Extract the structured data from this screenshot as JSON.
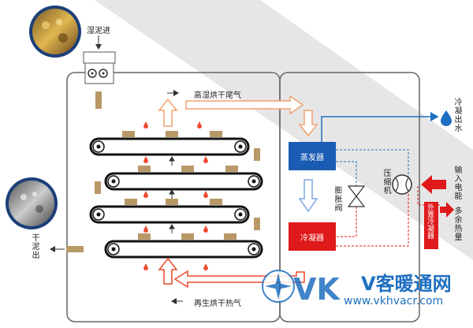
{
  "labels": {
    "wet_sludge_in": "湿泥进",
    "dry_sludge_out": "干泥出",
    "exhaust_air": "高湿烘干尾气",
    "recycled_hot_air": "再生烘干热气",
    "evaporator": "蒸发器",
    "condenser": "冷凝器",
    "expansion_valve": "膨胀阀",
    "compressor": "压缩机",
    "condensate_out": "冷凝出水",
    "electric_input": "输入电能",
    "external_condenser": "外置冷凝器",
    "excess_heat": "多余热量"
  },
  "watermark": {
    "logo_letters": "VK",
    "brand": "V客暖通网",
    "url": "www.vkhvacr.com"
  },
  "colors": {
    "evaporator": "#1a5bb4",
    "condenser": "#e0191b",
    "external_condenser": "#e0191b",
    "frame": "#666666",
    "belt": "#111111",
    "sludge": "#b99868",
    "hot_arrow": "#ee4a2e",
    "exhaust_arrow": "#f0a070",
    "water_blue": "#1f6fc0"
  }
}
